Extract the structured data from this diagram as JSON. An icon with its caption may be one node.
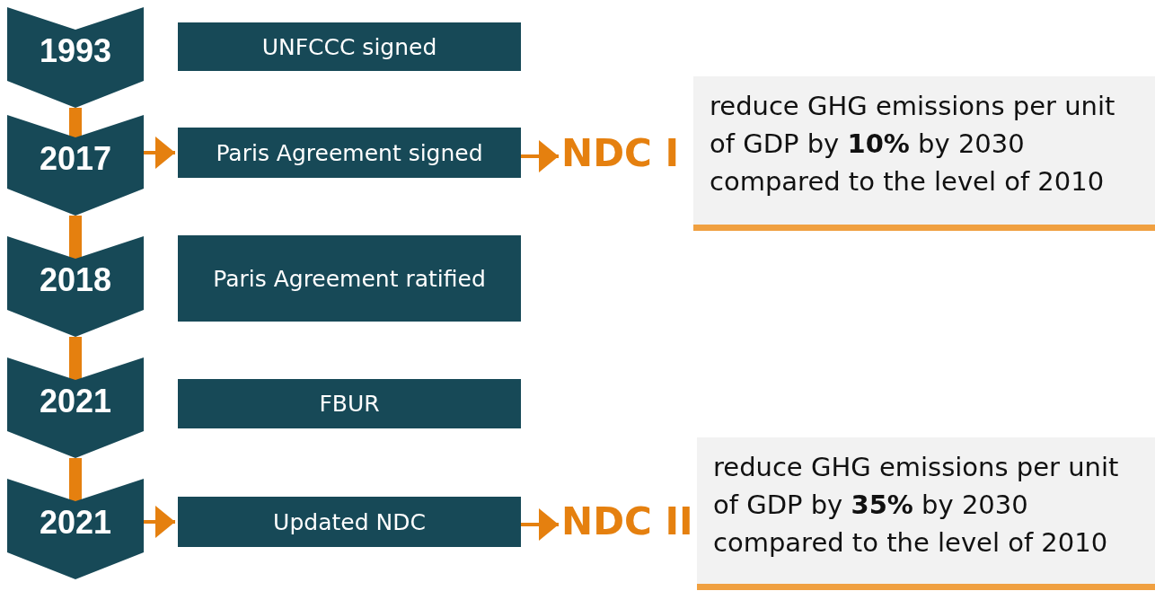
{
  "diagram": {
    "nodes": [
      {
        "text": [
          "1993"
        ]
      },
      {
        "text": [
          "UNFCCC signed"
        ]
      },
      {
        "text": [
          "2017"
        ]
      },
      {
        "text": [
          "Paris Agreement signed"
        ]
      },
      {
        "text": [
          "NDC I"
        ]
      },
      {
        "text": [
          "reduce GHG emissions per unit of GDP by **10%** by 2030 compared to the level of 2010"
        ]
      },
      {
        "text": [
          "2018"
        ]
      },
      {
        "text": [
          "Paris Agreement ratified"
        ]
      },
      {
        "text": [
          "2021"
        ]
      },
      {
        "text": [
          "FBUR"
        ]
      },
      {
        "text": [
          "2021"
        ]
      },
      {
        "text": [
          "Updated NDC"
        ]
      },
      {
        "text": [
          "NDC II"
        ]
      },
      {
        "text": [
          "reduce GHG emissions per unit of GDP by **35%** by 2030 compared to the level of 2010"
        ]
      }
    ],
    "edges": [
      {
        "from": 0,
        "to": 2,
        "arrow": "none",
        "style": "thick"
      },
      {
        "from": 2,
        "to": 6,
        "arrow": "none",
        "style": "thick"
      },
      {
        "from": 6,
        "to": 8,
        "arrow": "none",
        "style": "thick"
      },
      {
        "from": 8,
        "to": 10,
        "arrow": "none",
        "style": "thick"
      },
      {
        "from": 2,
        "to": 3,
        "arrow": "to"
      },
      {
        "from": 3,
        "to": 4,
        "arrow": "to"
      },
      {
        "from": 10,
        "to": 11,
        "arrow": "to"
      },
      {
        "from": 11,
        "to": 12,
        "arrow": "to"
      }
    ]
  }
}
